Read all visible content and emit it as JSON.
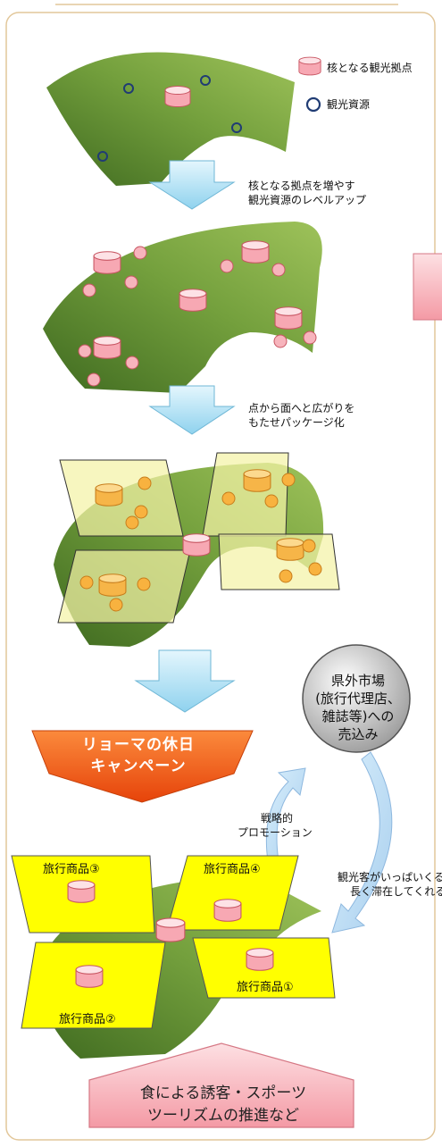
{
  "legend": {
    "core_hub": "核となる観光拠点",
    "resource": "観光資源"
  },
  "steps": {
    "step1": [
      "核となる拠点を増やす",
      "観光資源のレベルアップ"
    ],
    "step2": [
      "点から面へと広がりを",
      "もたせパッケージ化"
    ]
  },
  "market": [
    "県外市場",
    "(旅行代理店、",
    "雑誌等)への",
    "売込み"
  ],
  "campaign": [
    "リョーマの休日",
    "キャンペーン"
  ],
  "promotion": [
    "戦略的",
    "プロモーション"
  ],
  "tourists": [
    "観光客がいっぱいくる",
    "長く滞在してくれる"
  ],
  "products": [
    "旅行商品③",
    "旅行商品④",
    "旅行商品②",
    "旅行商品①"
  ],
  "bottom": [
    "食による誘客・スポーツ",
    "ツーリズムの推進など"
  ],
  "colors": {
    "land": "#6f9a3a",
    "hub": "#f7b4bc",
    "resource_ring": "#203c74",
    "arrow": "#aee0f3",
    "package": "#f4f2a6",
    "product": "#ffff00",
    "banner": "#f25a12",
    "frame": "#e2c79a"
  }
}
